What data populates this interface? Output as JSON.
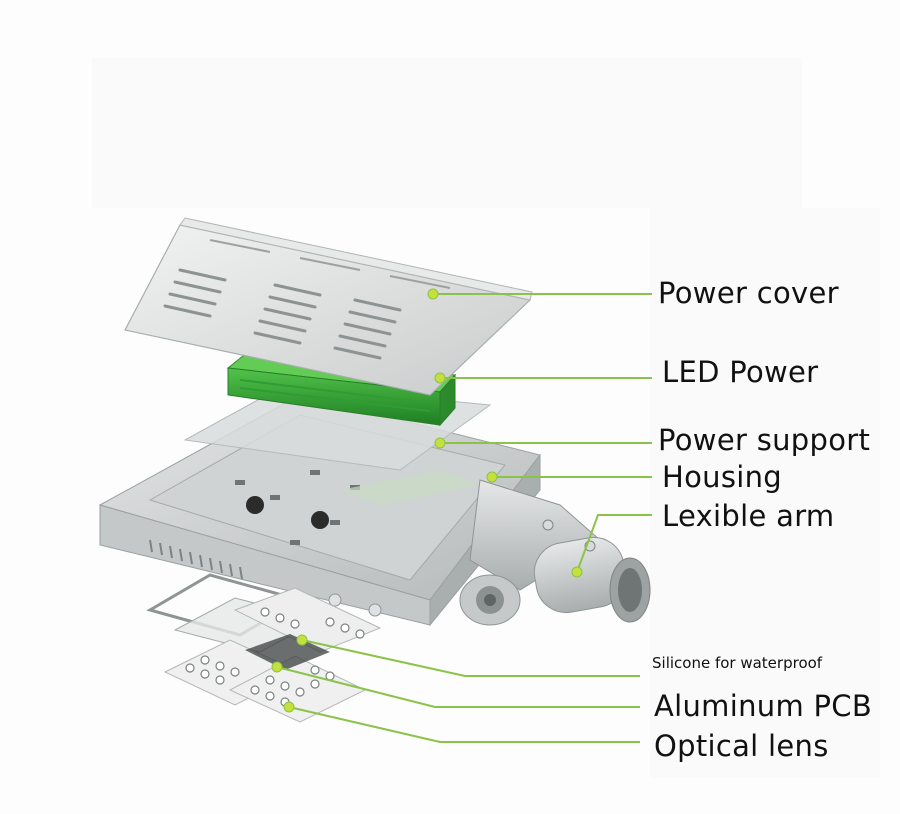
{
  "diagram": {
    "accent_color": "#8bc34a",
    "callouts": [
      {
        "id": "power-cover",
        "text": "Power cover"
      },
      {
        "id": "led-power",
        "text": "LED Power"
      },
      {
        "id": "power-support",
        "text": "Power support"
      },
      {
        "id": "housing",
        "text": "Housing"
      },
      {
        "id": "lexible-arm",
        "text": "Lexible arm"
      },
      {
        "id": "silicone",
        "text": "Silicone for waterproof"
      },
      {
        "id": "aluminum-pcb",
        "text": "Aluminum PCB"
      },
      {
        "id": "optical-lens",
        "text": "Optical lens"
      }
    ]
  }
}
